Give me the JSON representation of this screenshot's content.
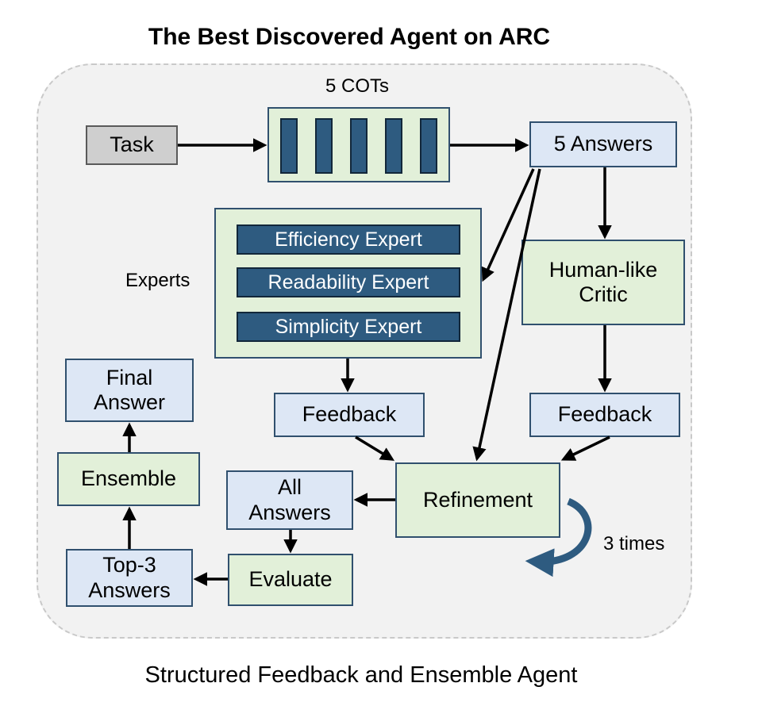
{
  "title": "The Best Discovered Agent on ARC",
  "caption": "Structured Feedback and Ensemble Agent",
  "labels": {
    "cots": "5 COTs",
    "experts": "Experts",
    "times": "3 times"
  },
  "nodes": {
    "task": "Task",
    "answers5": "5 Answers",
    "efficiency": "Efficiency Expert",
    "readability": "Readability Expert",
    "simplicity": "Simplicity Expert",
    "critic": "Human-like Critic",
    "feedback_left": "Feedback",
    "feedback_right": "Feedback",
    "refinement": "Refinement",
    "all_answers": "All Answers",
    "evaluate": "Evaluate",
    "top3": "Top-3 Answers",
    "ensemble": "Ensemble",
    "final": "Final Answer"
  },
  "colors": {
    "blue_box": "#dde7f5",
    "green_box": "#e2f0d9",
    "dark_box": "#2e5b80",
    "gray_box": "#cfcfcf",
    "arrow": "#000000",
    "loop_arrow": "#2e5b80"
  }
}
